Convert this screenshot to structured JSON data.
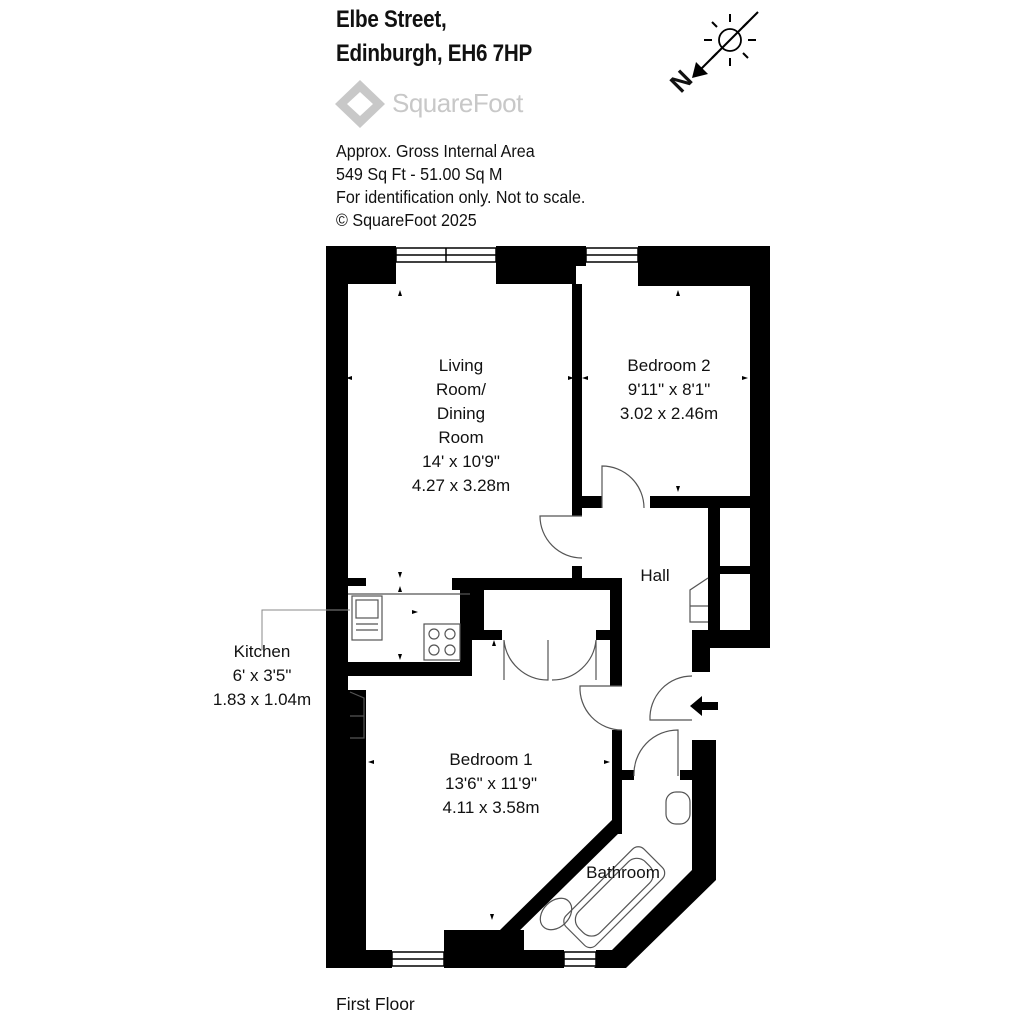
{
  "header": {
    "address_line1": "Elbe Street,",
    "address_line2": "Edinburgh, EH6 7HP",
    "brand": "SquareFoot"
  },
  "info": {
    "line1": "Approx. Gross Internal Area",
    "line2": "549 Sq Ft  -  51.00 Sq M",
    "line3": "For identification only. Not to scale.",
    "line4": "© SquareFoot 2025"
  },
  "compass": {
    "label": "N"
  },
  "rooms": {
    "living": {
      "name_lines": [
        "Living",
        "Room/",
        "Dining",
        "Room"
      ],
      "imperial": "14' x 10'9\"",
      "metric": "4.27 x 3.28m"
    },
    "bedroom2": {
      "name": "Bedroom 2",
      "imperial": "9'11\" x 8'1\"",
      "metric": "3.02 x 2.46m"
    },
    "hall": {
      "name": "Hall"
    },
    "kitchen": {
      "name": "Kitchen",
      "imperial": "6' x 3'5\"",
      "metric": "1.83 x 1.04m"
    },
    "bedroom1": {
      "name": "Bedroom 1",
      "imperial": "13'6\" x 11'9\"",
      "metric": "4.11 x 3.58m"
    },
    "bathroom": {
      "name": "Bathroom"
    }
  },
  "floor_label": "First Floor",
  "colors": {
    "wall": "#000000",
    "logo": "#c8c8c8",
    "line": "#555555"
  }
}
